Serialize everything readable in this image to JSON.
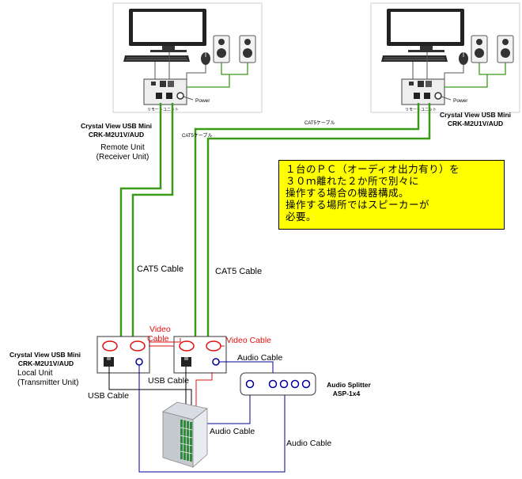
{
  "remote_unit": {
    "name": "Crystal View USB Mini",
    "model": "CRK-M2U1V/AUD",
    "role1": "Remote Unit",
    "role2": "(Receiver Unit)",
    "label_remote": "リモートユニット",
    "label_power": "Power"
  },
  "remote_unit_right": {
    "name": "Crystal View USB Mini",
    "model": "CRK-M2U1V/AUD",
    "label_remote": "リモートユニット",
    "label_power": "Power"
  },
  "cat_label_left": "CAT5ケーブル",
  "cat_label_right": "CAT5ケーブル",
  "cable_labels": {
    "cat5_left": "CAT5 Cable",
    "cat5_right": "CAT5 Cable",
    "video_left_1": "Video",
    "video_left_2": "Cable",
    "video_right": "Video Cable",
    "audio_top": "Audio Cable",
    "usb_left": "USB Cable",
    "usb_mid": "USB Cable",
    "audio_mid": "Audio Cable",
    "audio_bottom": "Audio Cable"
  },
  "local_unit": {
    "name": "Crystal View USB Mini",
    "model": "CRK-M2U1V/AUD",
    "role1": "Local Unit",
    "role2": "(Transmitter Unit)"
  },
  "splitter": {
    "name": "Audio Splitter",
    "model": "ASP-1x4"
  },
  "note": {
    "line1": "１台のＰＣ（オーディオ出力有り）を",
    "line2": "３０ｍ離れた２か所で別々に",
    "line3": "操作する場合の機器構成。",
    "line4": "操作する場所ではスピーカーが",
    "line5": "必要。"
  },
  "colors": {
    "cat5": "#3a9a1a",
    "video": "#e01010",
    "audio": "#00009a",
    "usb": "#000000",
    "note_bg": "#ffff00"
  }
}
